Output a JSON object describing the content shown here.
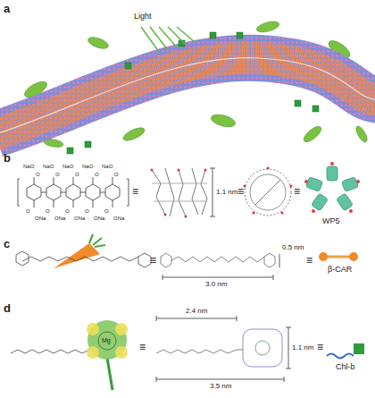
{
  "diagram": {
    "labels": [
      "a",
      "Light",
      "b",
      "NaO",
      "NaO",
      "NaO",
      "NaO",
      "NaO",
      "O",
      "O",
      "O",
      "O",
      "O",
      "O",
      "O",
      "O",
      "O",
      "O",
      "ONa",
      "ONa",
      "ONa",
      "ONa",
      "ONa",
      "≡",
      "1.1 nm",
      "≡",
      "≡",
      "WP5",
      "c",
      "≡",
      "0.5 nm",
      "3.0 nm",
      "≡",
      "β-CAR",
      "d",
      "Mg",
      "≡",
      "2.4 nm",
      "3.5 nm",
      "1.1 nm",
      "≡",
      "Chl-b"
    ]
  }
}
